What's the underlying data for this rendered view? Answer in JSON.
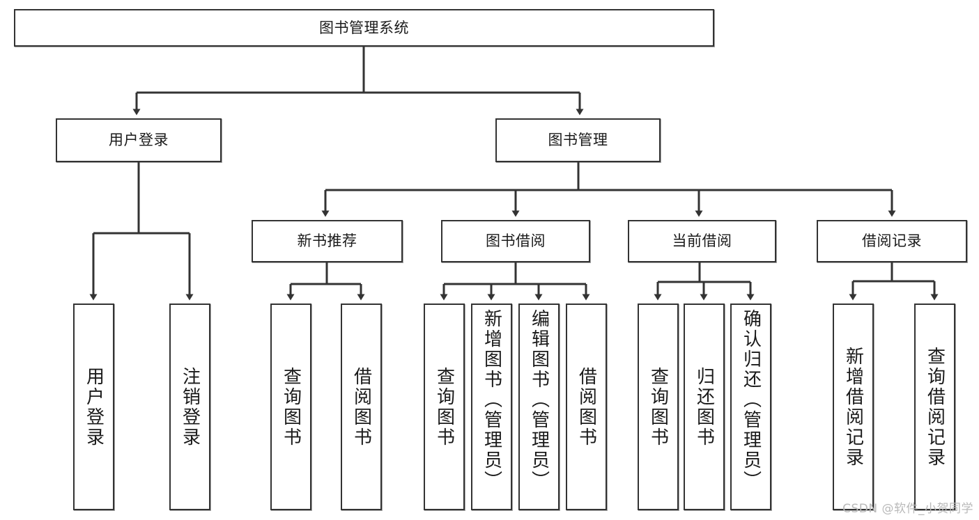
{
  "diagram": {
    "title_text": "图书管理系统",
    "watermark": "CSDN @软件_小贺同学",
    "stroke_color": "#333333",
    "box_fill": "#ffffff",
    "text_color": "#1a1a1a",
    "watermark_color": "#b9b9b9"
  },
  "nodes": {
    "root": {
      "label": "图书管理系统"
    },
    "level2": [
      {
        "label": "用户登录"
      },
      {
        "label": "图书管理"
      }
    ],
    "level3": [
      {
        "label": "新书推荐"
      },
      {
        "label": "图书借阅"
      },
      {
        "label": "当前借阅"
      },
      {
        "label": "借阅记录"
      }
    ],
    "leaves": {
      "user_login": [
        {
          "label": "用户登录"
        },
        {
          "label": "注销登录"
        }
      ],
      "new_book": [
        {
          "label": "查询图书"
        },
        {
          "label": "借阅图书"
        }
      ],
      "book_borrow": [
        {
          "label": "查询图书"
        },
        {
          "label": "新增图书（管理员）"
        },
        {
          "label": "编辑图书（管理员）"
        },
        {
          "label": "借阅图书"
        }
      ],
      "current_borrow": [
        {
          "label": "查询图书"
        },
        {
          "label": "归还图书"
        },
        {
          "label": "确认归还（管理员）"
        }
      ],
      "borrow_record": [
        {
          "label": "新增借阅记录"
        },
        {
          "label": "查询借阅记录"
        }
      ]
    }
  }
}
